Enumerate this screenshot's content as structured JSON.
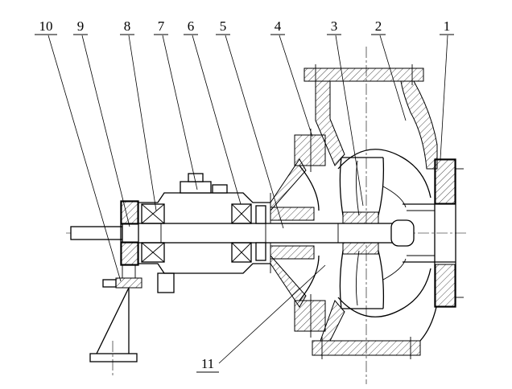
{
  "figure": {
    "kind": "centrifugal pump sectional engineering drawing",
    "colors": {
      "ink": "#000000",
      "paper": "#ffffff"
    },
    "callouts": [
      {
        "id": "10",
        "label": "10"
      },
      {
        "id": "9",
        "label": "9"
      },
      {
        "id": "8",
        "label": "8"
      },
      {
        "id": "7",
        "label": "7"
      },
      {
        "id": "6",
        "label": "6"
      },
      {
        "id": "5",
        "label": "5"
      },
      {
        "id": "4",
        "label": "4"
      },
      {
        "id": "3",
        "label": "3"
      },
      {
        "id": "2",
        "label": "2"
      },
      {
        "id": "1",
        "label": "1"
      },
      {
        "id": "11",
        "label": "11"
      }
    ]
  }
}
